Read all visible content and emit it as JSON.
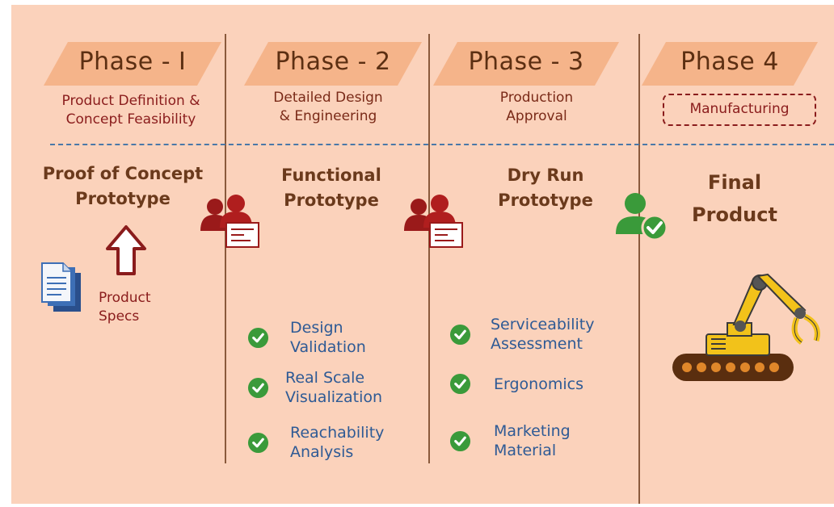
{
  "phases": [
    {
      "title": "Phase - I",
      "subtitle": [
        "Product Definition &",
        "Concept Feasibility"
      ],
      "stage": [
        "Proof of Concept",
        "Prototype"
      ]
    },
    {
      "title": "Phase - 2",
      "subtitle": [
        "Detailed Design",
        "& Engineering"
      ],
      "stage": [
        "Functional",
        "Prototype"
      ]
    },
    {
      "title": "Phase - 3",
      "subtitle": [
        "Production",
        "Approval"
      ],
      "stage": [
        "Dry Run",
        "Prototype"
      ]
    },
    {
      "title": "Phase 4",
      "subtitle": [
        "Manufacturing"
      ],
      "stage": [
        "Final",
        "Product"
      ]
    }
  ],
  "product_specs": [
    "Product",
    "Specs"
  ],
  "phase2_items": [
    [
      "Design",
      "Validation"
    ],
    [
      "Real Scale",
      "Visualization"
    ],
    [
      "Reachability",
      "Analysis"
    ]
  ],
  "phase3_items": [
    [
      "Serviceability",
      "Assessment"
    ],
    [
      "Ergonomics"
    ],
    [
      "Marketing",
      "Material"
    ]
  ],
  "colors": {
    "background": "#fbd2bb",
    "banner": "#f5b48a",
    "title_text": "#5c2f12",
    "subtitle_text": "#8a1c1c",
    "item_text": "#2e5a95",
    "check_green": "#3a9a3a",
    "divider": "#8a5a3c",
    "dashed_line": "#4a78a8"
  },
  "icons": [
    "document-icon",
    "up-arrow-icon",
    "user-group-icon",
    "user-approved-icon",
    "check-circle-icon",
    "robot-arm-icon"
  ]
}
